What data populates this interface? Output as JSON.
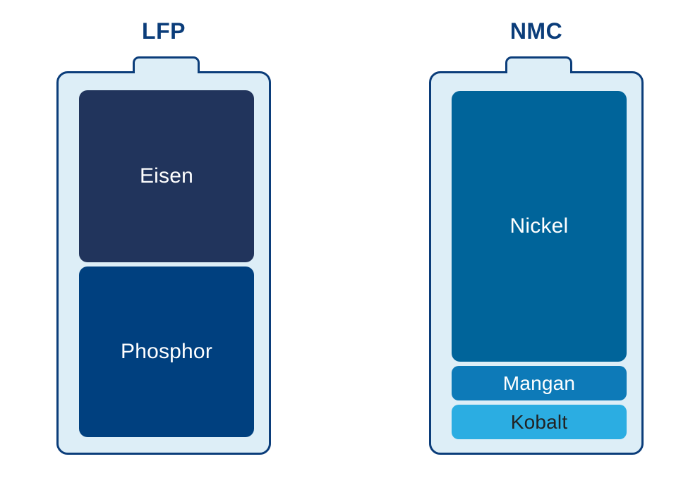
{
  "chart_data": {
    "type": "bar",
    "title": "",
    "xlabel": "",
    "ylabel": "",
    "legend_position": "none",
    "grid": false,
    "note": "Two stacked battery-shaped bars comparing cathode material composition of LFP and NMC lithium-ion battery chemistries. Segment heights are proportional to each material's share.",
    "categories": [
      "LFP",
      "NMC"
    ],
    "series": [
      {
        "name": "LFP",
        "segments": [
          {
            "label": "Eisen",
            "value": 50,
            "color": "#21345c",
            "text_color": "#ffffff"
          },
          {
            "label": "Phosphor",
            "value": 50,
            "color": "#00407f",
            "text_color": "#ffffff"
          }
        ]
      },
      {
        "name": "NMC",
        "segments": [
          {
            "label": "Nickel",
            "value": 80,
            "color": "#00649a",
            "text_color": "#ffffff"
          },
          {
            "label": "Mangan",
            "value": 10,
            "color": "#0d7ab8",
            "text_color": "#ffffff"
          },
          {
            "label": "Kobalt",
            "value": 10,
            "color": "#2bade2",
            "text_color": "#222222"
          }
        ]
      }
    ]
  },
  "batteries": [
    {
      "title": "LFP",
      "segments": [
        {
          "label": "Eisen",
          "color": "#21345c",
          "text_color": "#ffffff",
          "flex": 244
        },
        {
          "label": "Phosphor",
          "color": "#00407f",
          "text_color": "#ffffff",
          "flex": 242
        }
      ]
    },
    {
      "title": "NMC",
      "segments": [
        {
          "label": "Nickel",
          "color": "#00649a",
          "text_color": "#ffffff",
          "flex": 384
        },
        {
          "label": "Mangan",
          "color": "#0d7ab8",
          "text_color": "#ffffff",
          "flex": 49
        },
        {
          "label": "Kobalt",
          "color": "#2bade2",
          "text_color": "#222222",
          "flex": 49
        }
      ]
    }
  ],
  "palette": {
    "outline": "#0b3d7a",
    "shell_fill": "#ddeef7",
    "background": "#ffffff",
    "title_color": "#0b3d7a"
  }
}
